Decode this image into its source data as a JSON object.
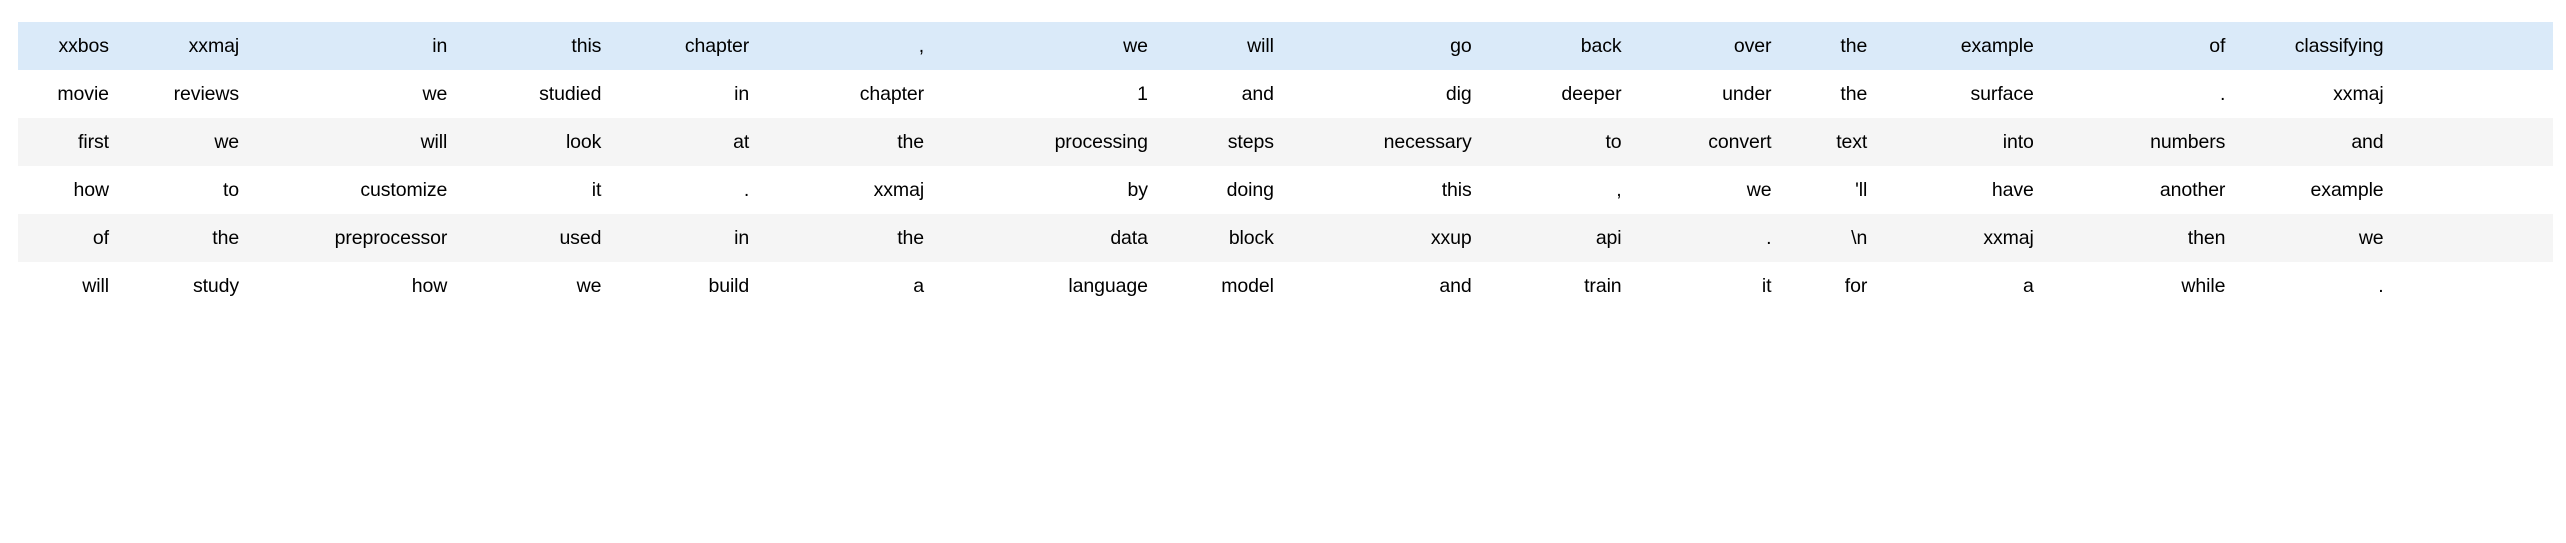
{
  "table": {
    "kind": "tokenized-text-dataframe",
    "row_count": 6,
    "column_count": 16,
    "colors": {
      "highlight_row_bg": "#daeaf9",
      "stripe_row_bg": "#f5f5f5",
      "plain_row_bg": "#ffffff",
      "text": "#000000"
    },
    "row_styles": [
      "row-highlight",
      "row-plain",
      "row-stripe",
      "row-plain",
      "row-stripe",
      "row-plain"
    ],
    "rows": [
      [
        "xxbos",
        "xxmaj",
        "in",
        "this",
        "chapter",
        ",",
        "we",
        "will",
        "go",
        "back",
        "over",
        "the",
        "example",
        "of",
        "classifying"
      ],
      [
        "movie",
        "reviews",
        "we",
        "studied",
        "in",
        "chapter",
        "1",
        "and",
        "dig",
        "deeper",
        "under",
        "the",
        "surface",
        ".",
        "xxmaj"
      ],
      [
        "first",
        "we",
        "will",
        "look",
        "at",
        "the",
        "processing",
        "steps",
        "necessary",
        "to",
        "convert",
        "text",
        "into",
        "numbers",
        "and"
      ],
      [
        "how",
        "to",
        "customize",
        "it",
        ".",
        "xxmaj",
        "by",
        "doing",
        "this",
        ",",
        "we",
        "'ll",
        "have",
        "another",
        "example"
      ],
      [
        "of",
        "the",
        "preprocessor",
        "used",
        "in",
        "the",
        "data",
        "block",
        "xxup",
        "api",
        ".",
        "\\n",
        "xxmaj",
        "then",
        "we"
      ],
      [
        "will",
        "study",
        "how",
        "we",
        "build",
        "a",
        "language",
        "model",
        "and",
        "train",
        "it",
        "for",
        "a",
        "while",
        "."
      ]
    ]
  }
}
